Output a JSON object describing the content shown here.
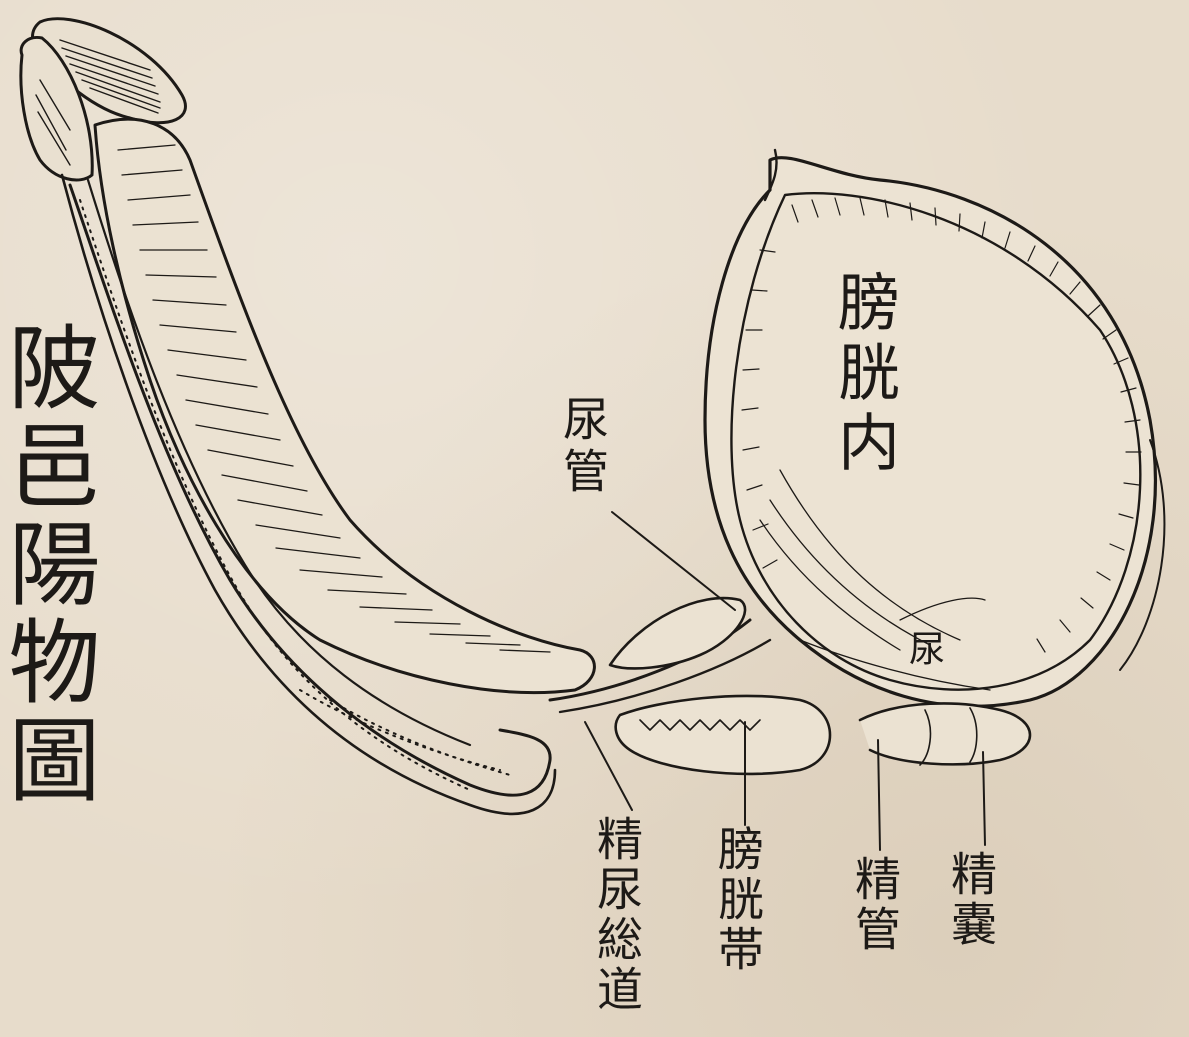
{
  "title": "陂邑陽物圖",
  "labels": {
    "bladder_inside": "膀胱内",
    "ureter": "尿管",
    "mark": "尿",
    "common_duct": "精尿総道",
    "bladder_ligament": "膀胱帯",
    "vas_deferens": "精管",
    "seminal_vesicle": "精嚢"
  },
  "colors": {
    "paper": "#e7dccb",
    "ink": "#1d1a17"
  }
}
